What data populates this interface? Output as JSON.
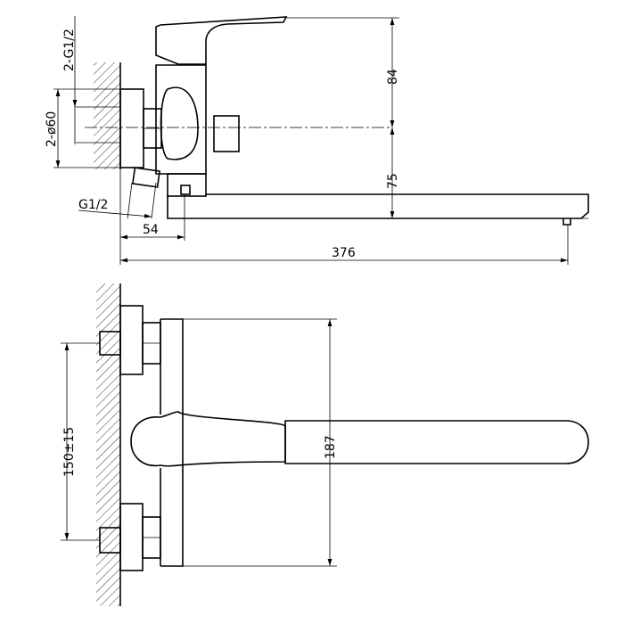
{
  "dimensions": {
    "inlet_thread": "2-G1/2",
    "flange_diameter": "2-ø60",
    "outlet_thread": "G1/2",
    "handle_height": "84",
    "spout_height": "75",
    "inlet_depth": "54",
    "spout_length": "376",
    "inlet_spacing": "150±15",
    "body_height": "187"
  }
}
